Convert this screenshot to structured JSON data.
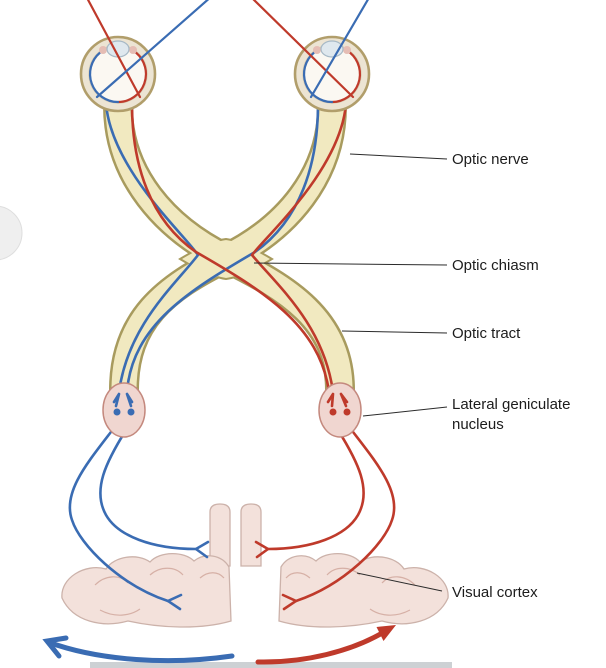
{
  "figure": {
    "labels": {
      "optic_nerve": "Optic nerve",
      "optic_chiasm": "Optic chiasm",
      "optic_tract": "Optic tract",
      "lateral_geniculate_line1": "Lateral geniculate",
      "lateral_geniculate_line2": "nucleus",
      "visual_cortex": "Visual cortex"
    },
    "colors": {
      "right_visual_field_blue": "#3a6cb3",
      "left_visual_field_red": "#bf3a2b",
      "nerve_fill_yellow": "#f1e9c0",
      "nerve_outline_tan": "#a89b5e",
      "tissue_pink": "#f0d6d0",
      "tissue_outline_pink": "#c4897e"
    }
  }
}
